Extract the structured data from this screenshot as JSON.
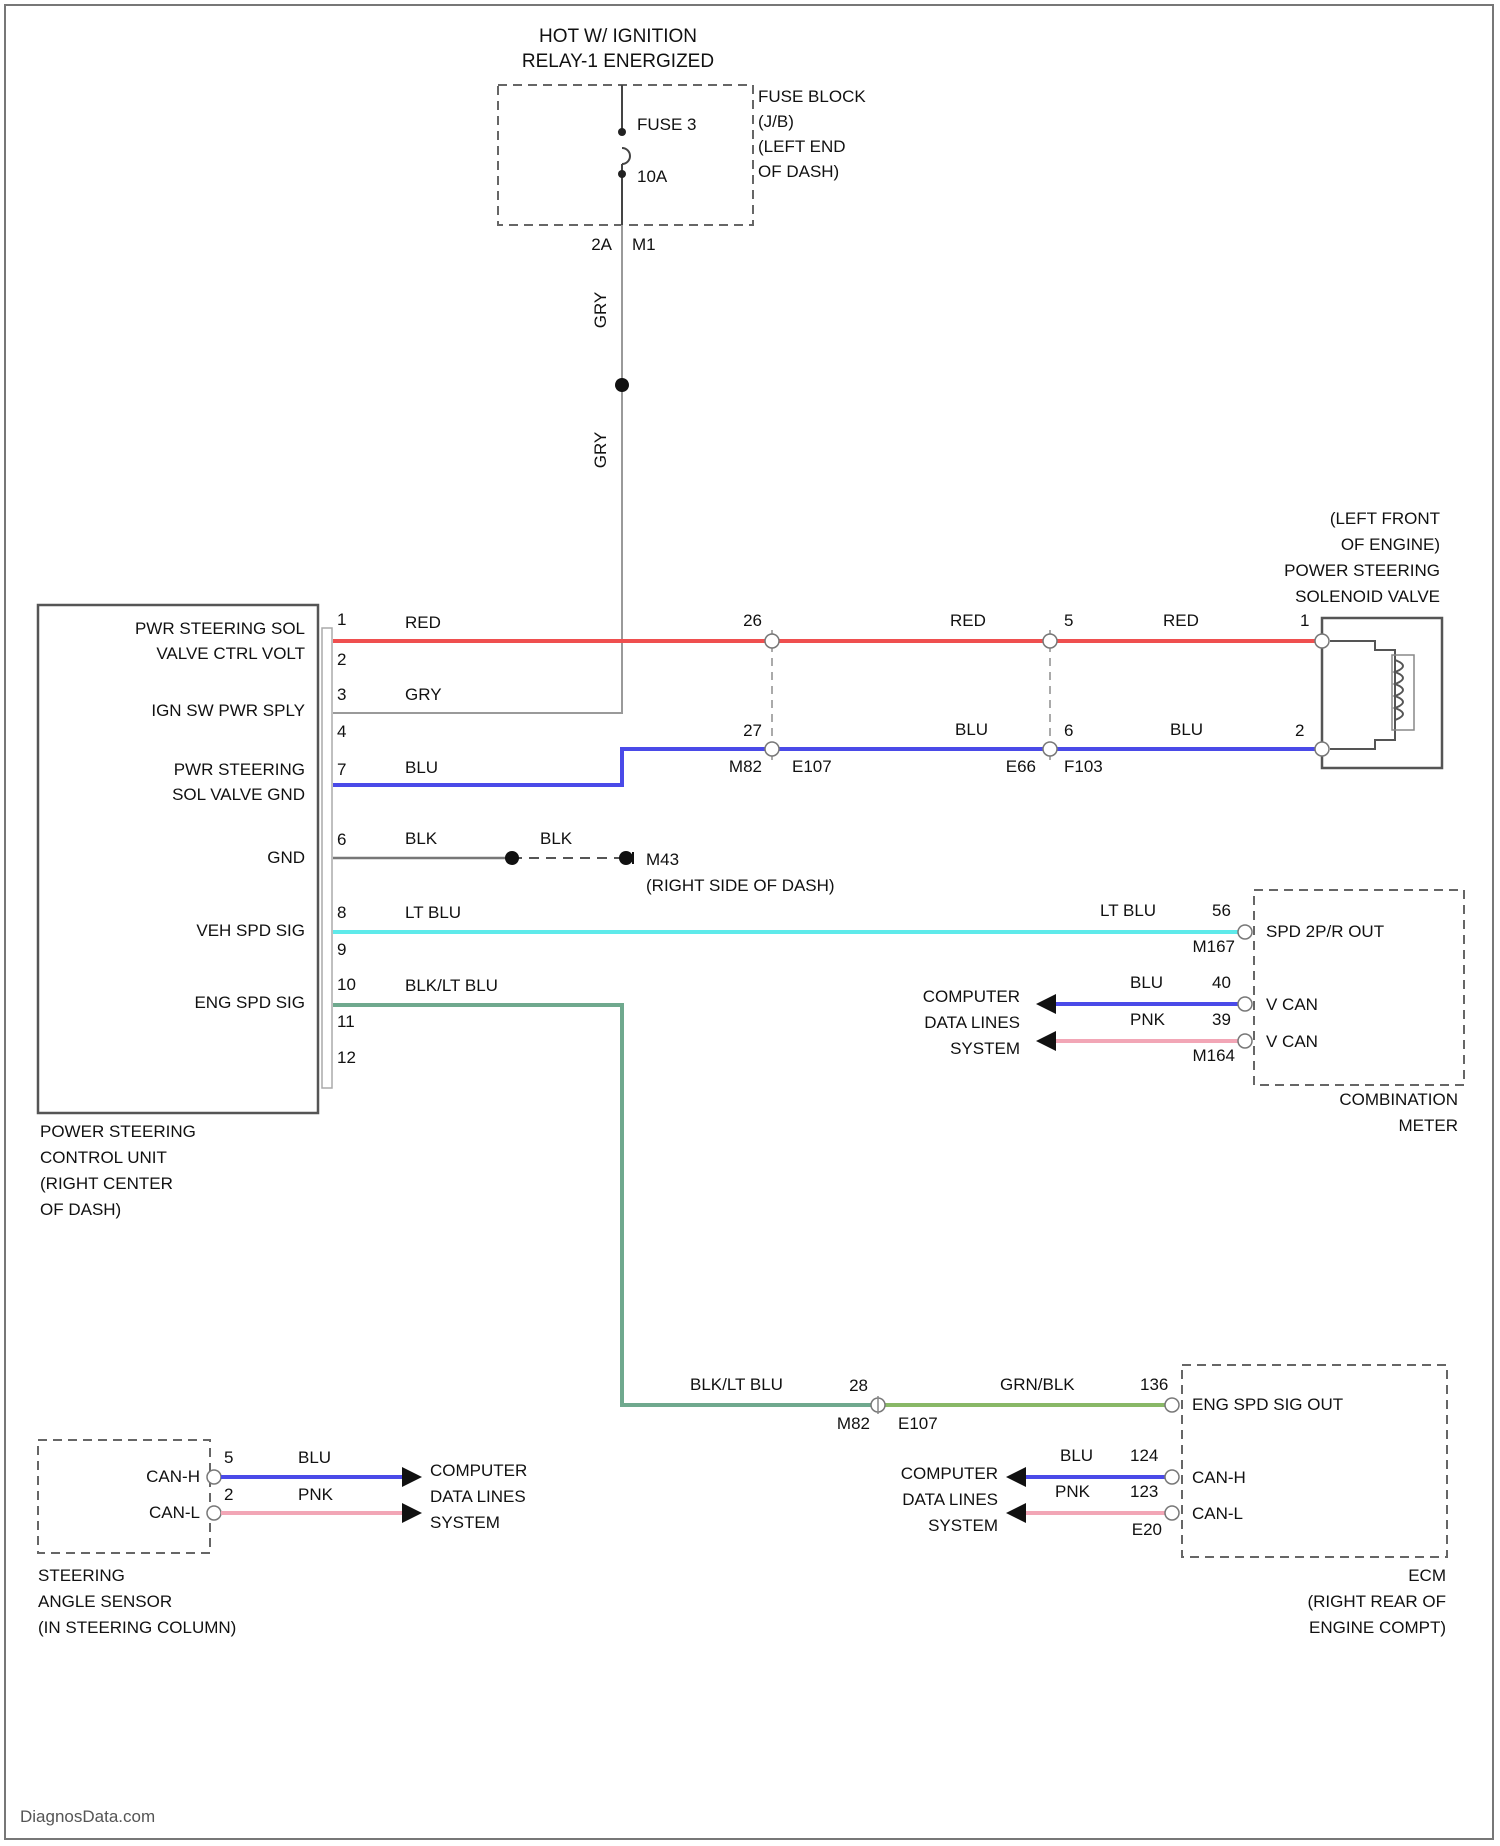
{
  "header": {
    "power_source_line1": "HOT W/ IGNITION",
    "power_source_line2": "RELAY-1 ENERGIZED"
  },
  "fuse_block": {
    "fuse_name": "FUSE 3",
    "fuse_rating": "10A",
    "label": [
      "FUSE BLOCK",
      "(J/B)",
      "(LEFT END",
      "OF DASH)"
    ],
    "pin_out": "2A",
    "connector_out": "M1"
  },
  "wires": {
    "gry": "GRY",
    "red": "RED",
    "blu": "BLU",
    "blk": "BLK",
    "lt_blu": "LT BLU",
    "blk_lt_blu": "BLK/LT BLU",
    "pnk": "PNK",
    "grn_blk": "GRN/BLK"
  },
  "colors": {
    "red_wire": "#ef4f4f",
    "blu_wire": "#4a4ae8",
    "lt_blu_wire": "#5eeaea",
    "eng_spd_wire": "#6fa98e",
    "grn_blk_wire": "#89b867",
    "pnk_wire": "#f2a6b6",
    "gray_wire": "#9a9a9a"
  },
  "psc_unit": {
    "pins": {
      "valve_ctrl_volt": [
        "PWR STEERING SOL",
        "VALVE CTRL VOLT"
      ],
      "ign_sw_pwr": "IGN SW PWR SPLY",
      "valve_gnd": [
        "PWR STEERING",
        "SOL VALVE GND"
      ],
      "gnd": "GND",
      "veh_spd": "VEH SPD SIG",
      "eng_spd": "ENG SPD SIG"
    },
    "pin_numbers": [
      "1",
      "2",
      "3",
      "4",
      "7",
      "6",
      "8",
      "9",
      "10",
      "11",
      "12"
    ],
    "label": [
      "POWER STEERING",
      "CONTROL UNIT",
      "(RIGHT CENTER",
      "OF DASH)"
    ]
  },
  "inline_connectors": {
    "a_pin_red": "26",
    "a_pin_blu": "27",
    "a_left": "M82",
    "a_right": "E107",
    "b_pin_red": "5",
    "b_pin_blu": "6",
    "b_left": "E66",
    "b_right": "F103",
    "c_pin": "28",
    "c_left": "M82",
    "c_right": "E107"
  },
  "ground": {
    "id": "M43",
    "location": "(RIGHT SIDE OF DASH)"
  },
  "solenoid_valve": {
    "label": [
      "(LEFT FRONT",
      "OF ENGINE)",
      "POWER STEERING",
      "SOLENOID VALVE"
    ],
    "pin1": "1",
    "pin2": "2"
  },
  "combination_meter": {
    "spd_pin": "56",
    "spd_connector": "M167",
    "spd_pin_label": "SPD 2P/R OUT",
    "can_h_pin": "40",
    "can_l_pin": "39",
    "can_connector": "M164",
    "can_h_label": "V CAN",
    "can_l_label": "V CAN",
    "label": [
      "COMBINATION",
      "METER"
    ]
  },
  "computer_data_lines": [
    "COMPUTER",
    "DATA LINES",
    "SYSTEM"
  ],
  "steering_angle_sensor": {
    "can_h": "CAN-H",
    "can_l": "CAN-L",
    "pin_h": "5",
    "pin_l": "2",
    "label": [
      "STEERING",
      "ANGLE SENSOR",
      "(IN STEERING COLUMN)"
    ]
  },
  "ecm": {
    "eng_spd_pin": "136",
    "eng_spd_label": "ENG SPD SIG OUT",
    "can_h_pin": "124",
    "can_l_pin": "123",
    "can_connector": "E20",
    "can_h": "CAN-H",
    "can_l": "CAN-L",
    "label": [
      "ECM",
      "(RIGHT REAR OF",
      "ENGINE COMPT)"
    ]
  },
  "footer": {
    "watermark": "DiagnosData.com"
  }
}
